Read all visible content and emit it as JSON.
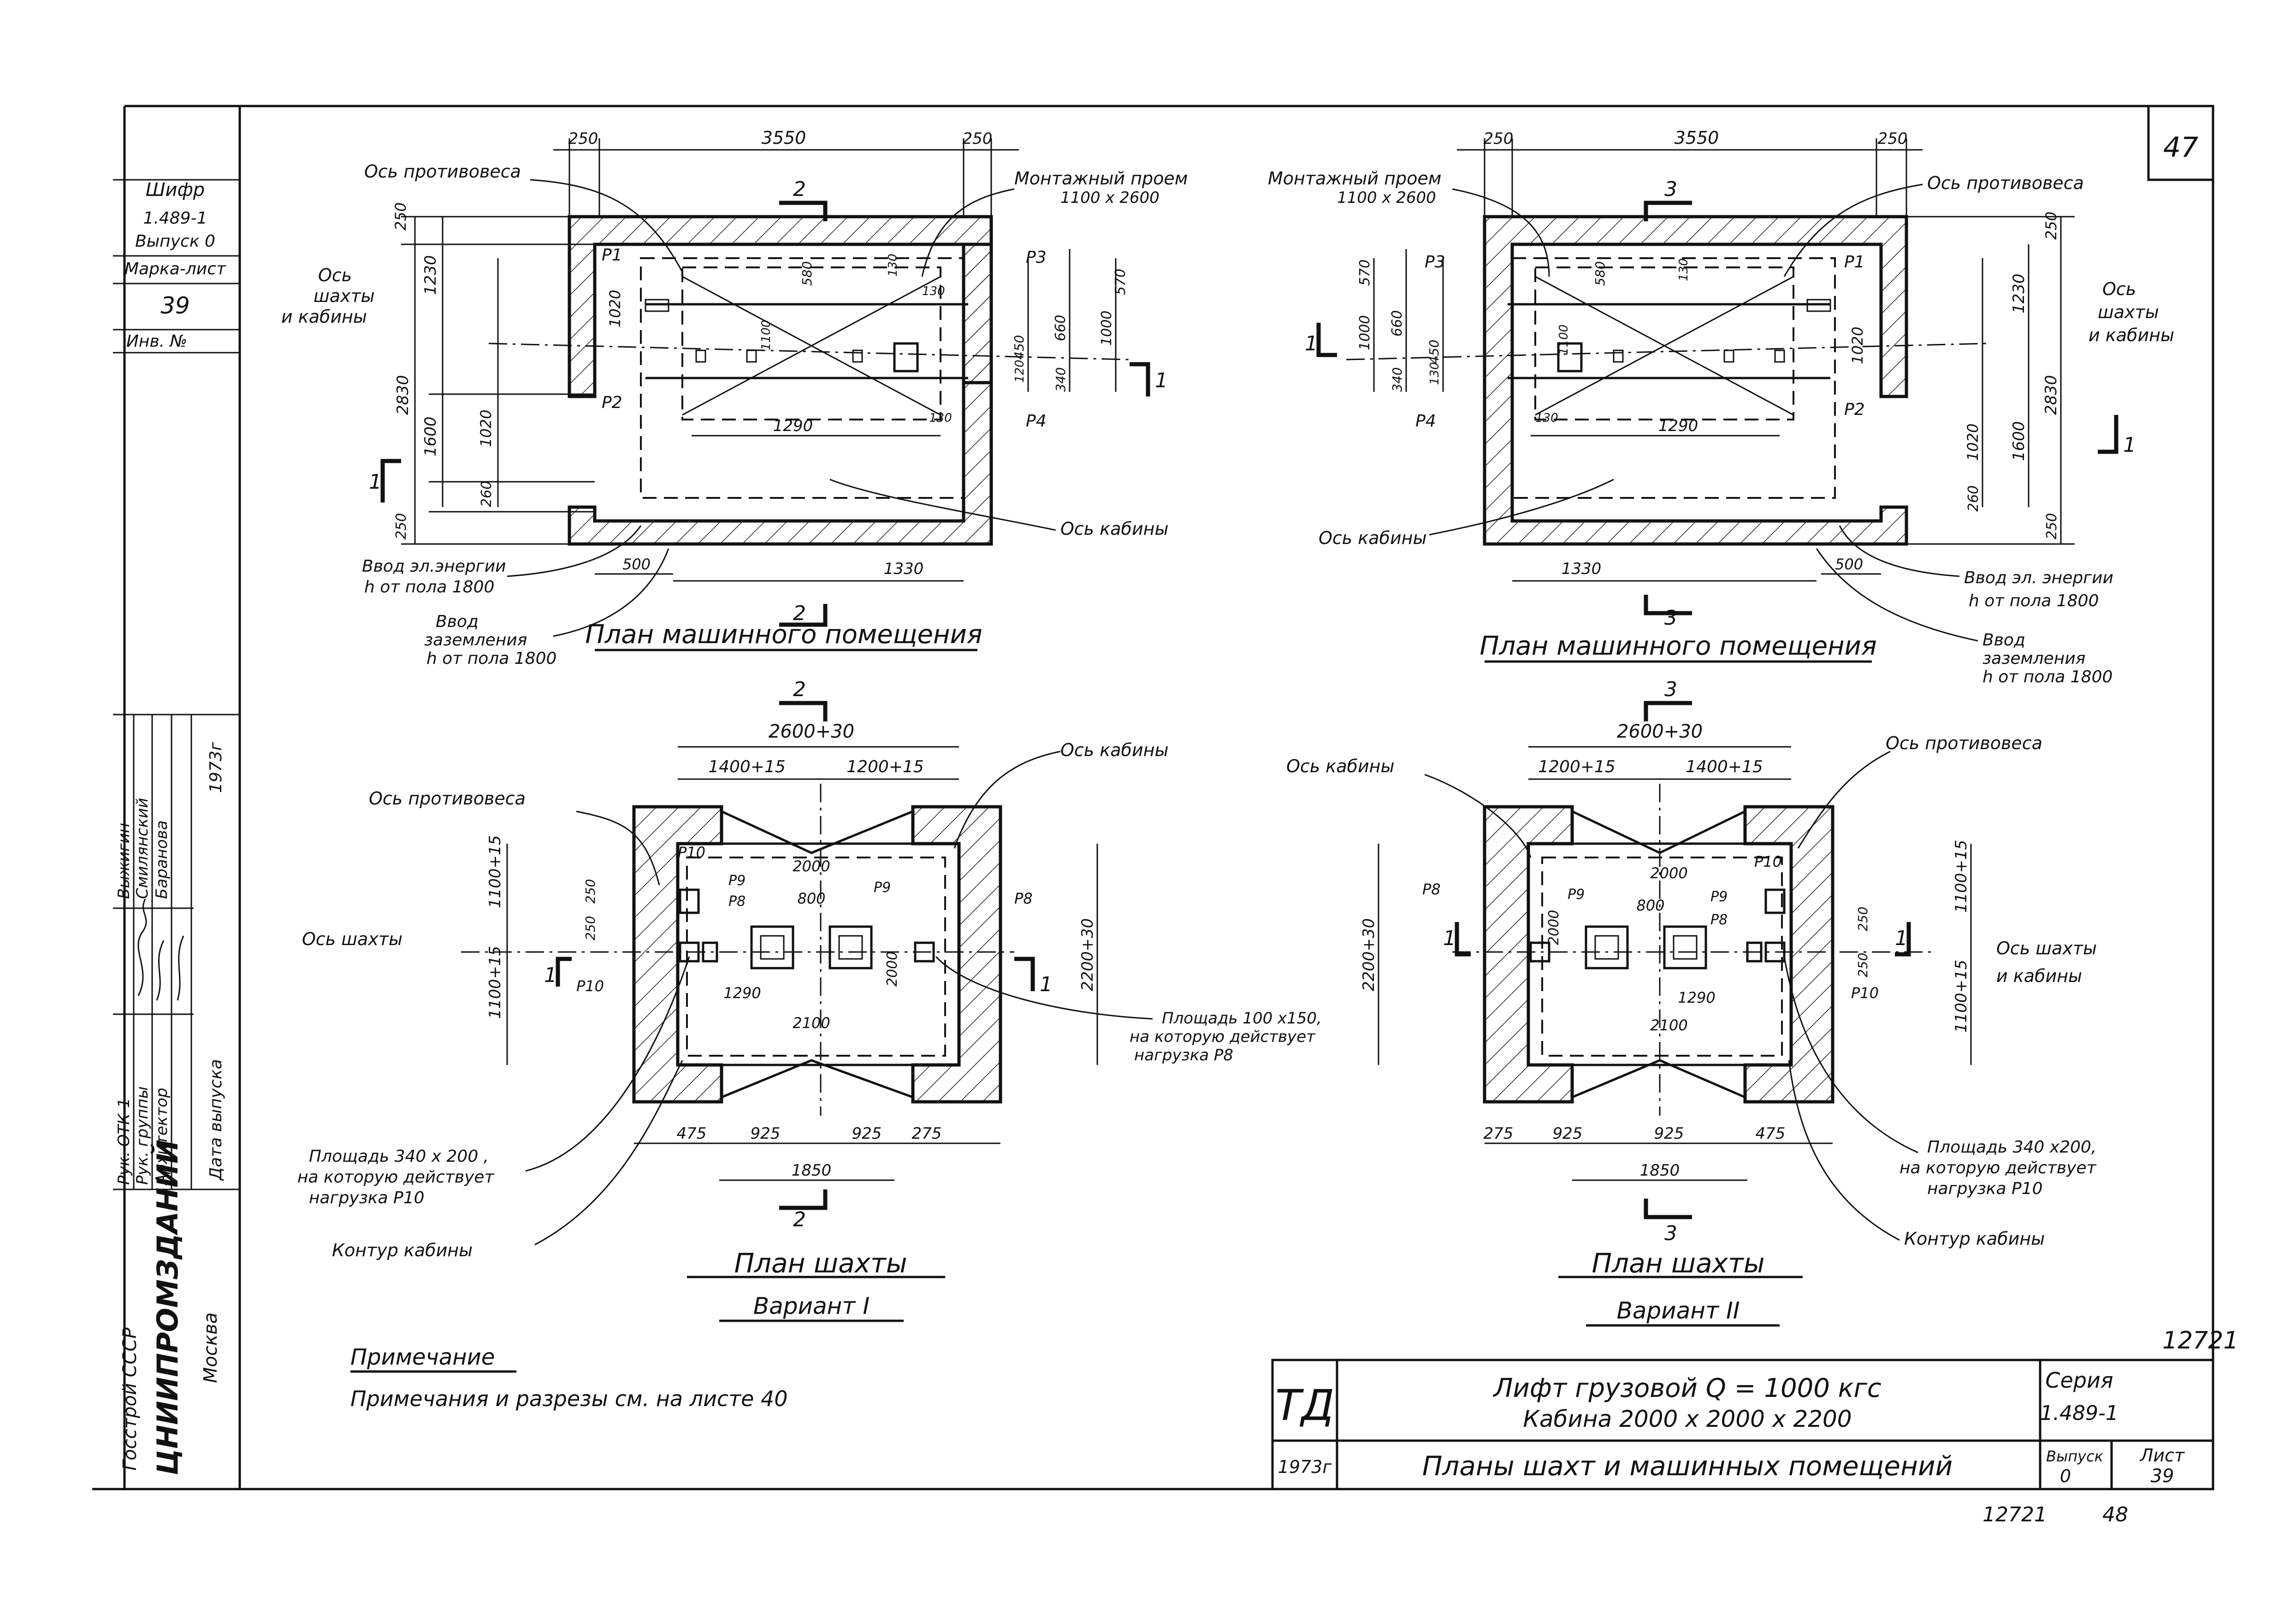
{
  "sheet_number_top": "47",
  "stamp_left": {
    "shifr_label": "Шифр",
    "shifr_value": "1.489-1",
    "vypusk_value": "Выпуск 0",
    "marka_label": "Марка-лист",
    "marka_value": "39",
    "inv_label": "Инв. №",
    "roles": [
      "Рук. ОТК-1",
      "Рук. группы",
      "Архитектор"
    ],
    "names": [
      "Выжигин",
      "Смилянский",
      "Баранова"
    ],
    "year": "1973г",
    "date_label": "Дата выпуска",
    "org1": "Госстрой СССР",
    "org2": "ЦНИИПРОМЗДАНИЙ",
    "city": "Москва"
  },
  "plan_machine_left": {
    "title": "План машинного помещения",
    "dims": [
      "250",
      "3550",
      "250",
      "250",
      "1230",
      "2830",
      "1600",
      "1020",
      "1020",
      "260",
      "250",
      "570",
      "660",
      "1000",
      "450",
      "120",
      "340",
      "580",
      "130",
      "1100",
      "130",
      "130",
      "1290",
      "500",
      "1330"
    ],
    "loads": [
      "P1",
      "P2",
      "P3",
      "P4"
    ],
    "labels": [
      "Ось противовеса",
      "Монтажный проем",
      "1100 x 2600",
      "Ось",
      "шахты",
      "и кабины",
      "Ось кабины",
      "Ввод эл.энергии",
      "h от пола 1800",
      "Ввод",
      "заземления",
      "h от пола 1800"
    ],
    "section_marks": [
      "2",
      "2",
      "1",
      "1"
    ]
  },
  "plan_machine_right": {
    "title": "План машинного помещения",
    "dims": [
      "250",
      "3550",
      "250",
      "250",
      "1230",
      "2830",
      "1600",
      "1020",
      "1020",
      "260",
      "250",
      "570",
      "660",
      "1000",
      "450",
      "130",
      "340",
      "580",
      "130",
      "1100",
      "130",
      "1290",
      "500",
      "1330"
    ],
    "loads": [
      "P3",
      "P1",
      "P4",
      "P2"
    ],
    "labels": [
      "Монтажный проем",
      "1100 x 2600",
      "Ось противовеса",
      "Ось",
      "шахты",
      "и кабины",
      "Ось кабины",
      "Ввод эл. энергии",
      "h от пола 1800",
      "Ввод",
      "заземления",
      "h от пола 1800"
    ],
    "section_marks": [
      "3",
      "3",
      "1",
      "1"
    ]
  },
  "plan_shaft_1": {
    "title": "План шахты",
    "variant": "Вариант I",
    "dims": [
      "2600+30",
      "1400+15",
      "1200+15",
      "2000",
      "800",
      "2000",
      "1290",
      "2100",
      "1100+15",
      "1100+15",
      "250",
      "250",
      "2200+30",
      "475",
      "925",
      "925",
      "275",
      "1850"
    ],
    "loads": [
      "P10",
      "P9",
      "P8",
      "P9",
      "P8",
      "P10"
    ],
    "labels": [
      "Ось противовеса",
      "Ось шахты",
      "Ось кабины",
      "Площадь 100 x150,",
      "на которую действует",
      "нагрузка P8",
      "Площадь 340 x 200 ,",
      "на которую действует",
      "нагрузка P10",
      "Контур кабины"
    ],
    "section_marks": [
      "2",
      "2",
      "1",
      "1"
    ]
  },
  "plan_shaft_2": {
    "title": "План шахты",
    "variant": "Вариант II",
    "dims": [
      "2600+30",
      "1200+15",
      "1400+15",
      "2000",
      "800",
      "2000",
      "1290",
      "2100",
      "1100+15",
      "1100+15",
      "250",
      "250",
      "2200+30",
      "275",
      "925",
      "925",
      "475",
      "1850"
    ],
    "loads": [
      "P8",
      "P9",
      "P9",
      "P8",
      "P10",
      "P10"
    ],
    "labels": [
      "Ось кабины",
      "Ось противовеса",
      "Ось шахты",
      "и кабины",
      "Площадь 340 x200,",
      "на которую действует",
      "нагрузка P10",
      "Контур кабины"
    ],
    "section_marks": [
      "3",
      "3",
      "1",
      "1"
    ]
  },
  "note": {
    "title": "Примечание",
    "text": "Примечания и разрезы   см. на листе 40"
  },
  "title_block": {
    "logo": "ТД",
    "line1": "Лифт грузовой  Q = 1000 кгс",
    "line2": "Кабина 2000 x 2000 x 2200",
    "year": "1973г",
    "sheet_title": "Планы шахт и машинных помещений",
    "seria_label": "Серия",
    "seria_value": "1.489-1",
    "vypusk_label": "Выпуск",
    "vypusk_value": "0",
    "list_label": "Лист",
    "list_value": "39"
  },
  "number_top": "12721",
  "number_bottom": "12721",
  "number_bottom_page": "48"
}
